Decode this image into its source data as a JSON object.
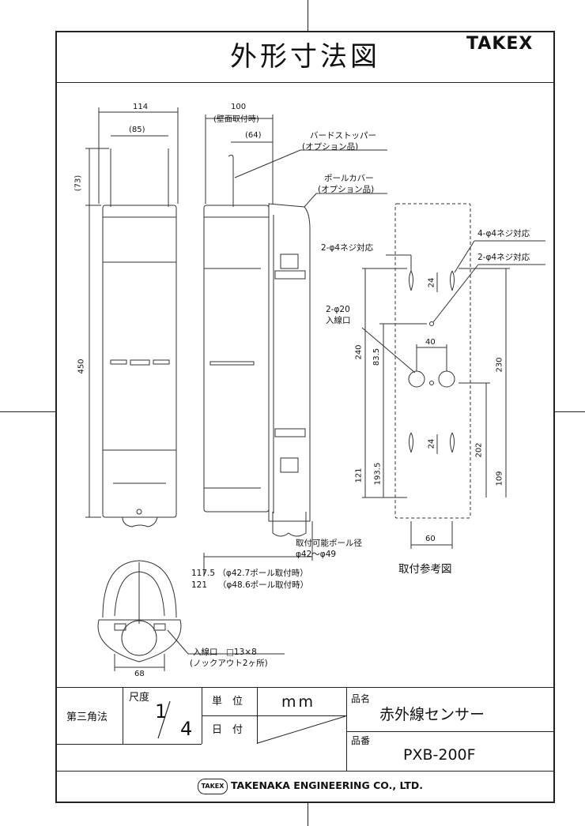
{
  "header": {
    "title": "外形寸法図",
    "brand": "TAKEX"
  },
  "drawing": {
    "front": {
      "width_114": "114",
      "width_85": "(85)",
      "height_73": "(73)",
      "height_450": "450"
    },
    "side": {
      "depth_100": "100",
      "depth_100_note": "(壁面取付時)",
      "depth_64": "(64)",
      "bird_stopper": "バードストッパー",
      "bird_stopper_option": "(オプション品)",
      "pole_cover": "ポールカバー",
      "pole_cover_option": "(オプション品)",
      "pole_dia_label": "取付可能ポール径",
      "pole_dia_value": "φ42〜φ49",
      "depth_1175": "117.5 （φ42.7ポール取付時）",
      "depth_121": "121　 （φ48.6ポール取付時）"
    },
    "bottom": {
      "wiring_hole": "入線口　□13×8",
      "knockout": "(ノックアウト2ヶ所)",
      "width_68": "68"
    },
    "mount": {
      "screw_a": "2-φ4ネジ対応",
      "screw_b": "4-φ4ネジ対応",
      "screw_c": "2-φ4ネジ対応",
      "hole_a": "2-φ20",
      "hole_b": "入線口",
      "d40": "40",
      "d24a": "24",
      "d24b": "24",
      "d240": "240",
      "d835": "83.5",
      "d230": "230",
      "d202": "202",
      "d121": "121",
      "d1935": "193.5",
      "d109": "109",
      "d60": "60",
      "caption": "取付参考図"
    }
  },
  "titleblock": {
    "projection": "第三角法",
    "scale_label": "尺度",
    "scale_num": "1",
    "scale_den": "4",
    "unit_label": "単　位",
    "unit_value": "mm",
    "date_label": "日　付",
    "name_label": "品名",
    "name_value": "赤外線センサー",
    "code_label": "品番",
    "code_value": "PXB-200F",
    "company_logo": "TAKEX",
    "company": "TAKENAKA ENGINEERING CO., LTD."
  }
}
